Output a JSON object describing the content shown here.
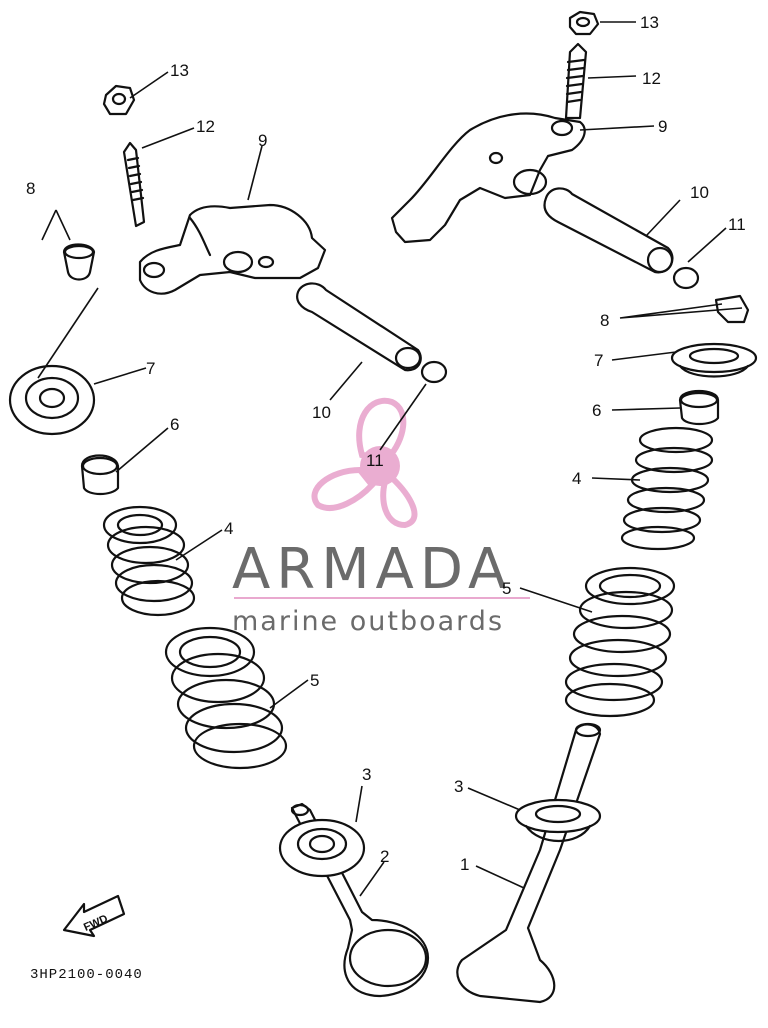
{
  "diagram": {
    "part_code": "3HP2100-0040",
    "fwd_label": "FWD",
    "callouts": {
      "c1": "1",
      "c2": "2",
      "c3a": "3",
      "c3b": "3",
      "c4a": "4",
      "c4b": "4",
      "c5a": "5",
      "c5b": "5",
      "c6a": "6",
      "c6b": "6",
      "c7a": "7",
      "c7b": "7",
      "c8a": "8",
      "c8b": "8",
      "c9a": "9",
      "c9b": "9",
      "c10a": "10",
      "c10b": "10",
      "c11a": "11",
      "c11b": "11",
      "c12a": "12",
      "c12b": "12",
      "c13a": "13",
      "c13b": "13"
    }
  },
  "watermark": {
    "brand": "ARMADA",
    "tagline": "marine outboards",
    "logo_color": "#e9a9cf",
    "text_color": "#6b6b6b"
  }
}
